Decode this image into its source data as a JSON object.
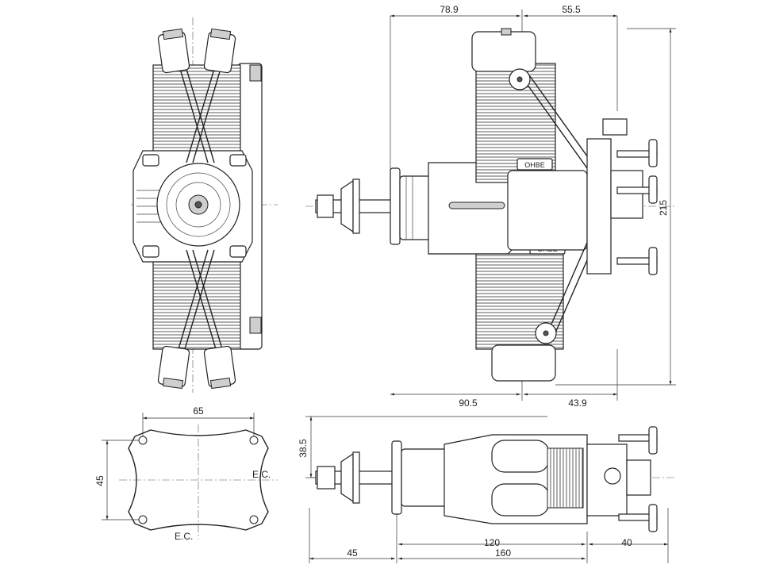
{
  "dimensions": {
    "top_width_left": "78.9",
    "top_width_right": "55.5",
    "side_height": "215",
    "mid_width_left": "90.5",
    "mid_width_right": "43.9",
    "mount_width": "65",
    "mount_height": "45",
    "ec_label_right": "E.C.",
    "ec_label_bottom": "E.C.",
    "bottom_height": "38.5",
    "bottom_len_45": "45",
    "bottom_len_120": "120",
    "bottom_len_160": "160",
    "bottom_len_40": "40"
  },
  "engine_labels": {
    "brand_plate_top": "OHBE",
    "brand_plate_bottom": "OHBE"
  }
}
